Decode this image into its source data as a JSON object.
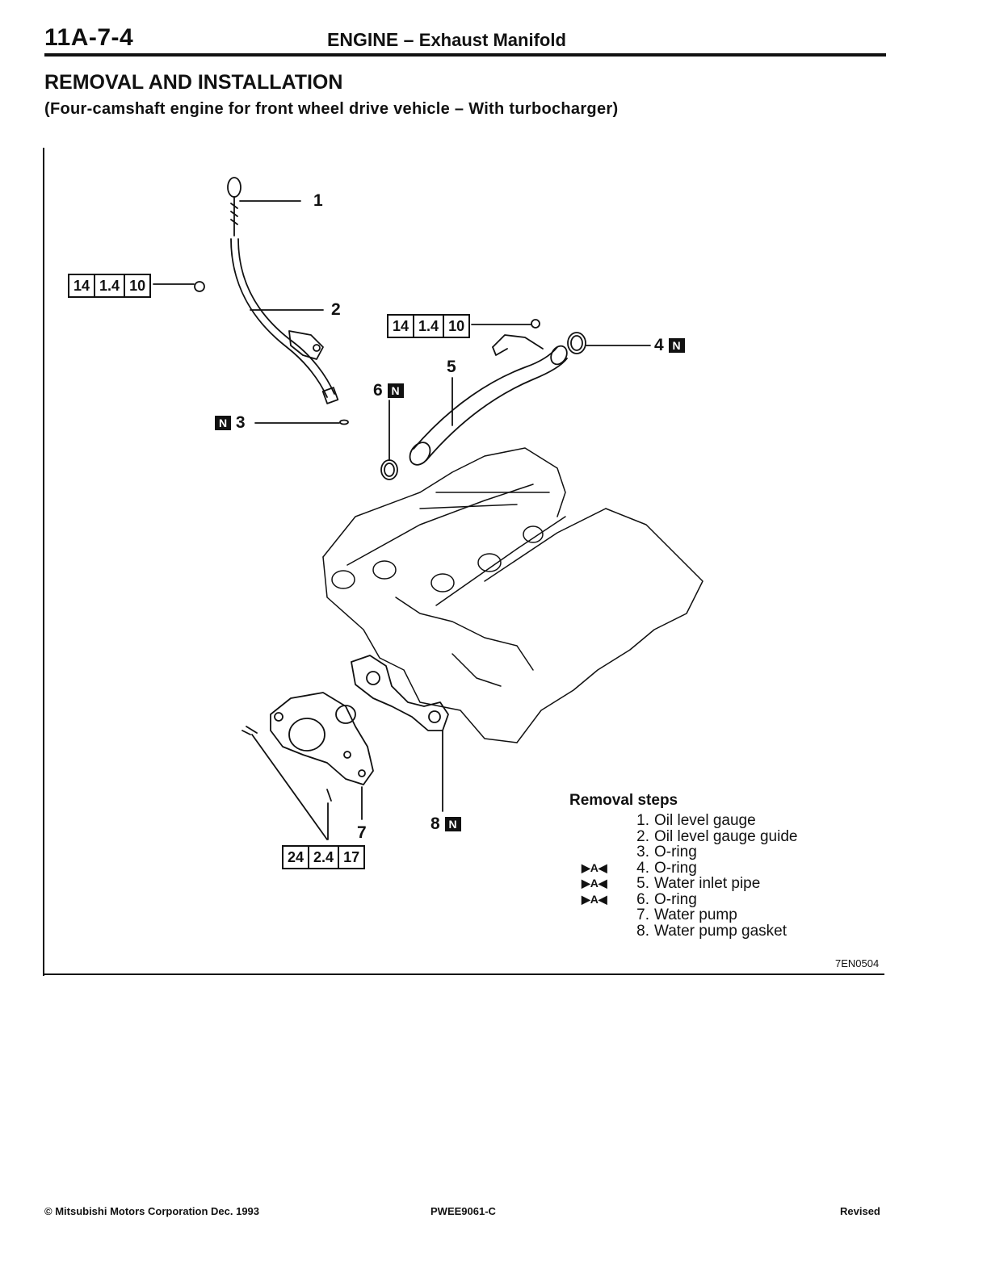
{
  "header": {
    "page_number": "11A-7-4",
    "title_main": "ENGINE –",
    "title_sub": "Exhaust Manifold"
  },
  "section": {
    "title": "REMOVAL AND INSTALLATION",
    "subtitle": "(Four-camshaft engine for front wheel drive vehicle – With turbocharger)"
  },
  "figure": {
    "callouts": {
      "c1": "1",
      "c2": "2",
      "c3": "3",
      "c4": "4",
      "c5": "5",
      "c6": "6",
      "c7": "7",
      "c8": "8"
    },
    "new_part_badge": "N",
    "torque_a": [
      "14",
      "1.4",
      "10"
    ],
    "torque_b": [
      "14",
      "1.4",
      "10"
    ],
    "torque_c": [
      "24",
      "2.4",
      "17"
    ],
    "figure_code": "7EN0504"
  },
  "removal_steps": {
    "title": "Removal steps",
    "items": [
      {
        "mark": "",
        "num": "1.",
        "label": "Oil level gauge"
      },
      {
        "mark": "",
        "num": "2.",
        "label": "Oil level gauge guide"
      },
      {
        "mark": "",
        "num": "3.",
        "label": "O-ring"
      },
      {
        "mark": "▶A◀",
        "num": "4.",
        "label": "O-ring"
      },
      {
        "mark": "▶A◀",
        "num": "5.",
        "label": "Water inlet pipe"
      },
      {
        "mark": "▶A◀",
        "num": "6.",
        "label": "O-ring"
      },
      {
        "mark": "",
        "num": "7.",
        "label": "Water pump"
      },
      {
        "mark": "",
        "num": "8.",
        "label": "Water pump gasket"
      }
    ]
  },
  "footer": {
    "copyright": "© Mitsubishi Motors Corporation   Dec. 1993",
    "doc_code": "PWEE9061-C",
    "status": "Revised"
  }
}
